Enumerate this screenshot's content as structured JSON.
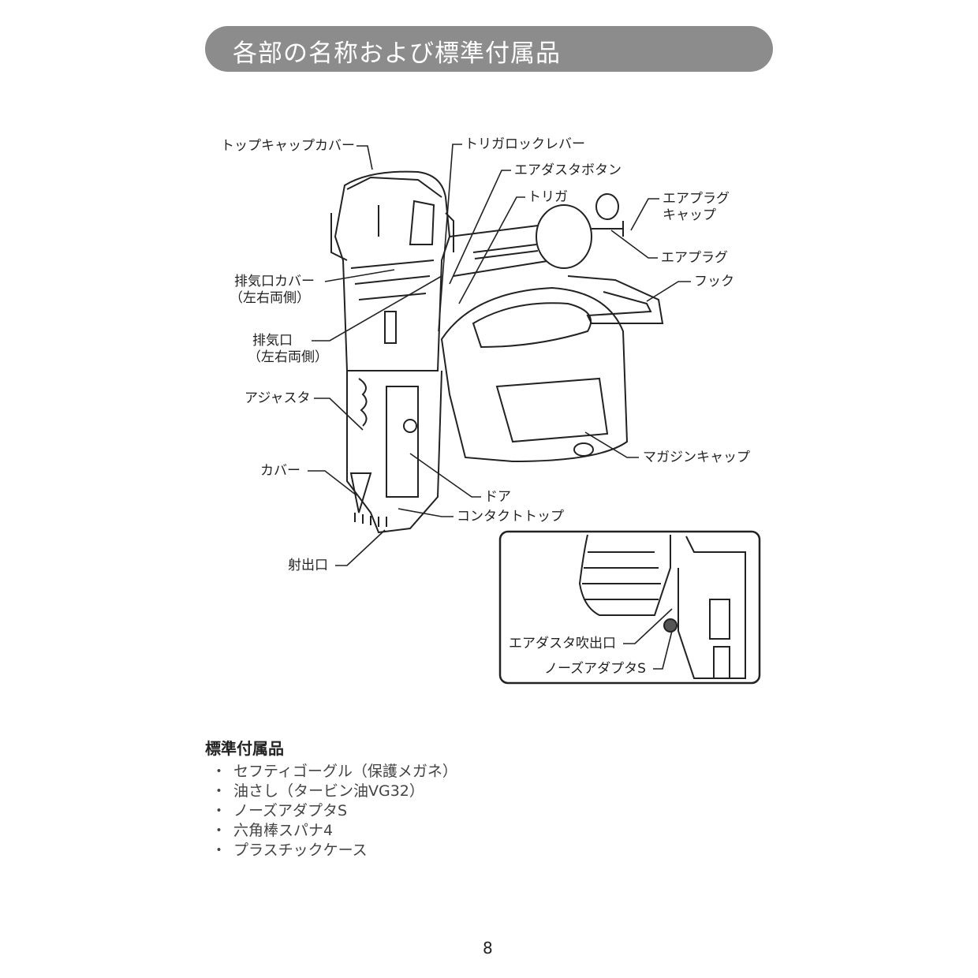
{
  "header": {
    "title": "各部の名称および標準付属品"
  },
  "labels": {
    "top_cap_cover": "トップキャップカバー",
    "trigger_lock_lever": "トリガロックレバー",
    "air_duster_button": "エアダスタボタン",
    "trigger": "トリガ",
    "air_plug_cap_1": "エアプラグ",
    "air_plug_cap_2": "キャップ",
    "air_plug": "エアプラグ",
    "hook": "フック",
    "exhaust_cover_1": "排気口カバー",
    "exhaust_cover_2": "（左右両側）",
    "exhaust_1": "排気口",
    "exhaust_2": "（左右両側）",
    "adjuster": "アジャスタ",
    "cover": "カバー",
    "magazine_cap": "マガジンキャップ",
    "door": "ドア",
    "contact_top": "コンタクトトップ",
    "ejection_port": "射出口",
    "air_duster_outlet": "エアダスタ吹出口",
    "nose_adapter": "ノーズアダプタS"
  },
  "accessories": {
    "heading": "標準付属品",
    "bullet": "・",
    "items": [
      "セフティゴーグル（保護メガネ）",
      "油さし（タービン油VG32）",
      "ノーズアダプタS",
      "六角棒スパナ4",
      "プラスチックケース"
    ]
  },
  "page_number": "8"
}
